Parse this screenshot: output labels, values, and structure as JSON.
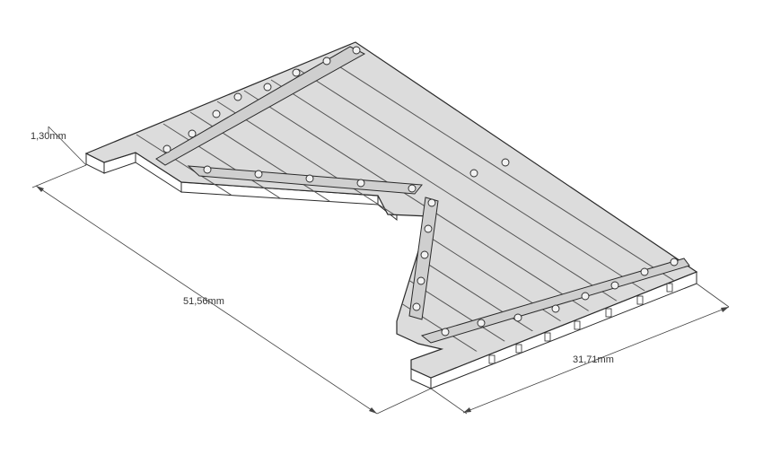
{
  "colors": {
    "background": "#ffffff",
    "deck_top": "#dcdcdc",
    "deck_side": "#ffffff",
    "edge": "#2a2a2a",
    "plank_gap": "#555555",
    "brace_fill": "#cfcfcf",
    "bolt_fill": "#f2f2f2",
    "dimension_line": "#444444"
  },
  "dimensions": {
    "thickness_label": "1,30mm",
    "length_label": "51,56mm",
    "width_label": "31,71mm"
  },
  "parts": {
    "deck": "deck-plate",
    "braces": [
      "brace-top-diagonal",
      "brace-middle",
      "brace-vertical",
      "brace-bottom"
    ],
    "icons": [
      "bolt-icon",
      "plank-clip-icon"
    ]
  }
}
